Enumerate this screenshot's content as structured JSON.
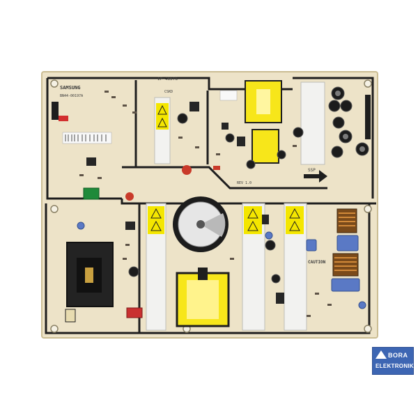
{
  "board": {
    "brand": "SAMSUNG",
    "board_code": "BN44-00197A",
    "model_label": "IP-46STG",
    "sublabel": "CSKD",
    "caution_label": "CAUTION",
    "ssp_label": "SSP",
    "rev_label": "REV 1.0"
  },
  "watermark": {
    "line1": "BORA",
    "line2": "ELEKTRONIK"
  },
  "colors": {
    "pcb": "#ede3c8",
    "pcb_edge": "#d8cba5",
    "copper_trace": "#1e1e1e",
    "heatsink": "#efefee",
    "warning_yellow": "#f4e600",
    "transformer_yellow": "#f7e61a",
    "cap_black": "#1c1c1c",
    "filter_blue": "#5a79c5",
    "watermark_blue": "#3d66b3"
  }
}
